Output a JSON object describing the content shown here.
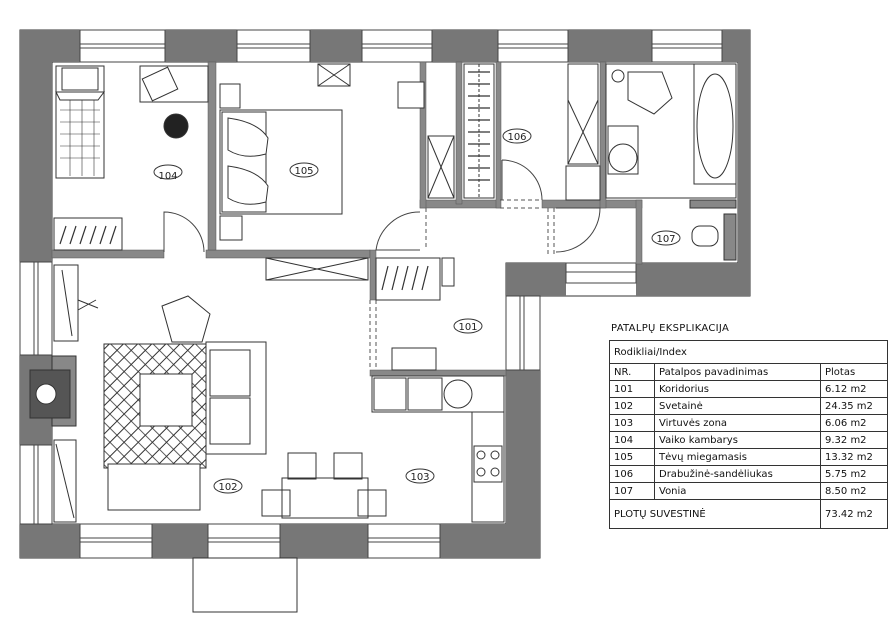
{
  "rooms": [
    {
      "id": "101"
    },
    {
      "id": "102"
    },
    {
      "id": "103"
    },
    {
      "id": "104"
    },
    {
      "id": "105"
    },
    {
      "id": "106"
    },
    {
      "id": "107"
    }
  ],
  "legend": {
    "title": "PATALPŲ EKSPLIKACIJA",
    "index_label": "Rodikliai/Index",
    "headers": {
      "nr": "NR.",
      "name": "Patalpos pavadinimas",
      "area": "Plotas"
    },
    "rows": [
      {
        "nr": "101",
        "name": "Koridorius",
        "area": "6.12 m2"
      },
      {
        "nr": "102",
        "name": "Svetainė",
        "area": "24.35 m2"
      },
      {
        "nr": "103",
        "name": "Virtuvės zona",
        "area": "6.06 m2"
      },
      {
        "nr": "104",
        "name": "Vaiko kambarys",
        "area": "9.32 m2"
      },
      {
        "nr": "105",
        "name": "Tėvų miegamasis",
        "area": "13.32 m2"
      },
      {
        "nr": "106",
        "name": "Drabužinė-sandėliukas",
        "area": "5.75 m2"
      },
      {
        "nr": "107",
        "name": "Vonia",
        "area": "8.50 m2"
      }
    ],
    "total_label": "PLOTŲ SUVESTINĖ",
    "total_value": "73.42 m2"
  }
}
